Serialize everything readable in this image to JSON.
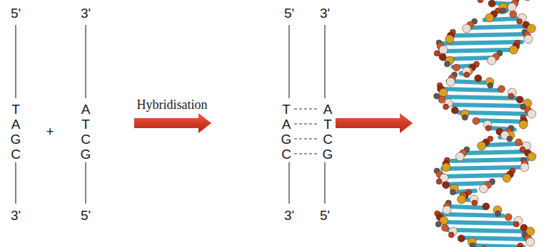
{
  "diagram": {
    "labels": [
      "5'",
      "3'",
      "T",
      "A",
      "G",
      "C",
      "+",
      "3'",
      "5'",
      "A",
      "T",
      "C",
      "G",
      "Hybridisation",
      "5'",
      "3'",
      "T",
      "A",
      "G",
      "C",
      "A",
      "T",
      "C",
      "G",
      "3'",
      "5'"
    ]
  }
}
